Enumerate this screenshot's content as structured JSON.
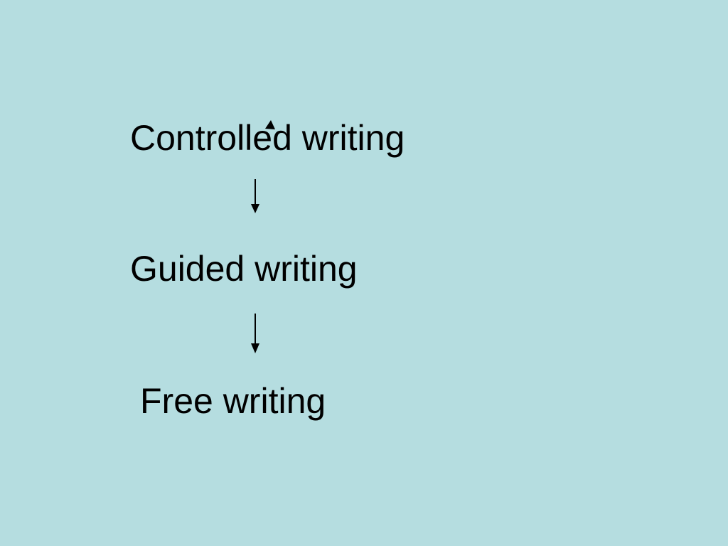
{
  "slide": {
    "background_color": "#b5dde0",
    "text_color": "#000000",
    "steps": [
      {
        "label": "Controlled writing"
      },
      {
        "label": "Guided writing"
      },
      {
        "label": "Free writing"
      }
    ],
    "icons": {
      "arrow_1": "down-arrow",
      "arrow_2": "down-arrow",
      "artifact": "small-triangle-glyph"
    }
  }
}
